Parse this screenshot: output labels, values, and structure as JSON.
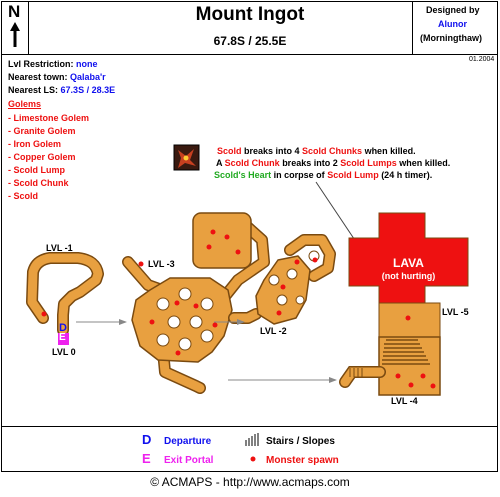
{
  "compass": {
    "letter": "N"
  },
  "title": "Mount Ingot",
  "coords": "67.8S / 25.5E",
  "credits": {
    "designed_by": "Designed by",
    "author": "Alunor",
    "server": "(Morningthaw)"
  },
  "date": "01.2004",
  "info": {
    "lvl_label": "Lvl Restriction:",
    "lvl_value": "none",
    "town_label": "Nearest town:",
    "town_value": "Qalaba'r",
    "ls_label": "Nearest LS:",
    "ls_value": "67.3S / 28.3E"
  },
  "monsters": {
    "heading": "Golems",
    "items": [
      "- Limestone Golem",
      "- Granite Golem",
      "- Iron Golem",
      "- Copper Golem",
      "- Scold Lump",
      "- Scold Chunk",
      "- Scold"
    ]
  },
  "notes": {
    "l1a": "Scold",
    "l1b": " breaks into 4 ",
    "l1c": "Scold Chunks",
    "l1d": " when killed.",
    "l2a": "A ",
    "l2b": "Scold Chunk",
    "l2c": " breaks into 2 ",
    "l2d": "Scold Lumps",
    "l2e": " when killed.",
    "l3a": "Scold's Heart",
    "l3b": " in corpse of ",
    "l3c": "Scold Lump",
    "l3d": " (24 h timer)."
  },
  "levels": {
    "l1": "LVL -1",
    "l0": "LVL 0",
    "l3": "LVL -3",
    "l2": "LVL -2",
    "l5": "LVL -5",
    "l4": "LVL -4"
  },
  "lava": {
    "title": "LAVA",
    "sub": "(not hurting)"
  },
  "markers": {
    "departure": "D",
    "exit": "E"
  },
  "legend": {
    "d_letter": "D",
    "d_label": "Departure",
    "e_letter": "E",
    "e_label": "Exit Portal",
    "stairs_label": "Stairs / Slopes",
    "spawn_label": "Monster spawn"
  },
  "footer": "© ACMAPS - http://www.acmaps.com",
  "colors": {
    "floor": "#e8a040",
    "wall": "#7a4a10",
    "spawn": "#ee1111",
    "lava": "#ee1111",
    "dark_floor": "#d08a28"
  }
}
